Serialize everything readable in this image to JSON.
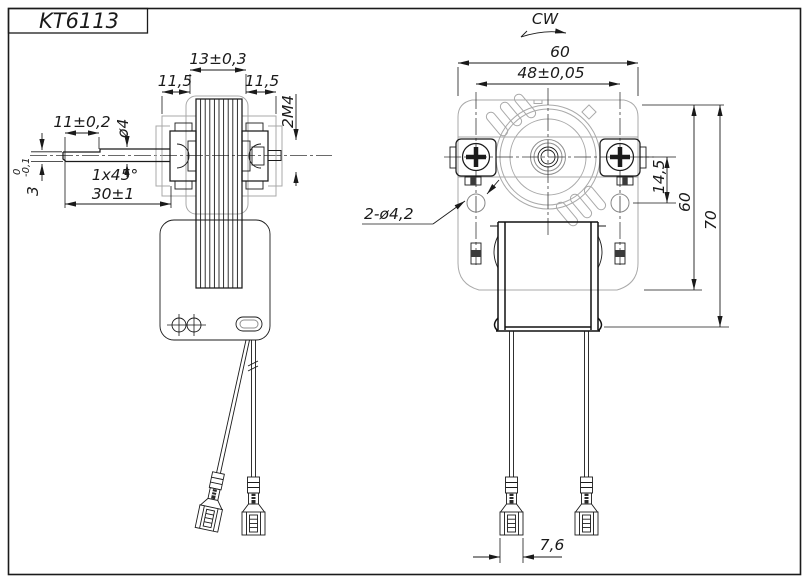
{
  "title_block": {
    "part_number": "KT6113"
  },
  "side_view": {
    "dim_stack_width": "13±0,3",
    "dim_left_offset": "11,5",
    "dim_right_offset": "11,5",
    "dim_flat_length": "11±0,2",
    "dim_shaft_diameter": "ø4",
    "dim_thread": "2M4",
    "dim_chamfer": "1x45°",
    "dim_flat_value": "3",
    "dim_flat_tol_upper": "0",
    "dim_flat_tol_lower": "-0,1",
    "dim_shaft_length": "30±1"
  },
  "front_view": {
    "rotation_direction": "CW",
    "dim_body_width": "60",
    "dim_mount_spacing": "48±0,05",
    "dim_mount_holes": "2-ø4,2",
    "dim_hole_offset": "14,5",
    "dim_body_height": "60",
    "dim_overall_height": "70",
    "dim_terminal_width": "7,6"
  }
}
